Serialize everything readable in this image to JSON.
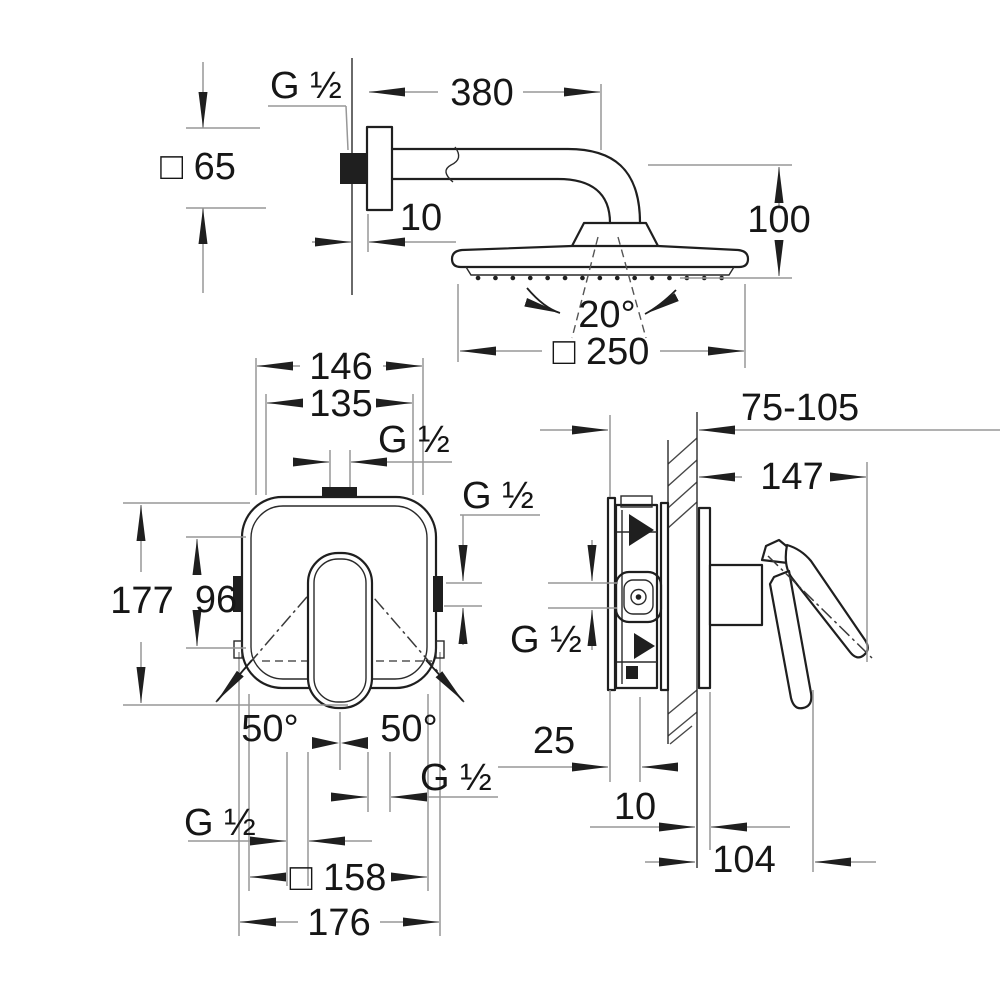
{
  "page": {
    "type": "technical-dimension-drawing",
    "subject": "concealed single-lever shower mixer with head shower set",
    "background": "#ffffff",
    "line_color": "#1f1f1f",
    "dim_line_color": "#979797",
    "text_color": "#161616"
  },
  "labels": {
    "g_half": "G ½",
    "top_view": {
      "arm_length": "380",
      "flange_size": "□ 65",
      "flange_gap": "10",
      "head_height": "100",
      "spray_angle": "20°",
      "head_size": "□ 250"
    },
    "front_view": {
      "width_outer": "146",
      "width_inner": "135",
      "height_total": "177",
      "port_height": "96",
      "swivel_left": "50°",
      "swivel_right": "50°",
      "plate_size": "□ 158",
      "width_total": "176"
    },
    "side_view": {
      "install_depth": "75-105",
      "projection": "147",
      "box_offset": "25",
      "wall_gap": "10",
      "handle_depth": "104"
    }
  }
}
